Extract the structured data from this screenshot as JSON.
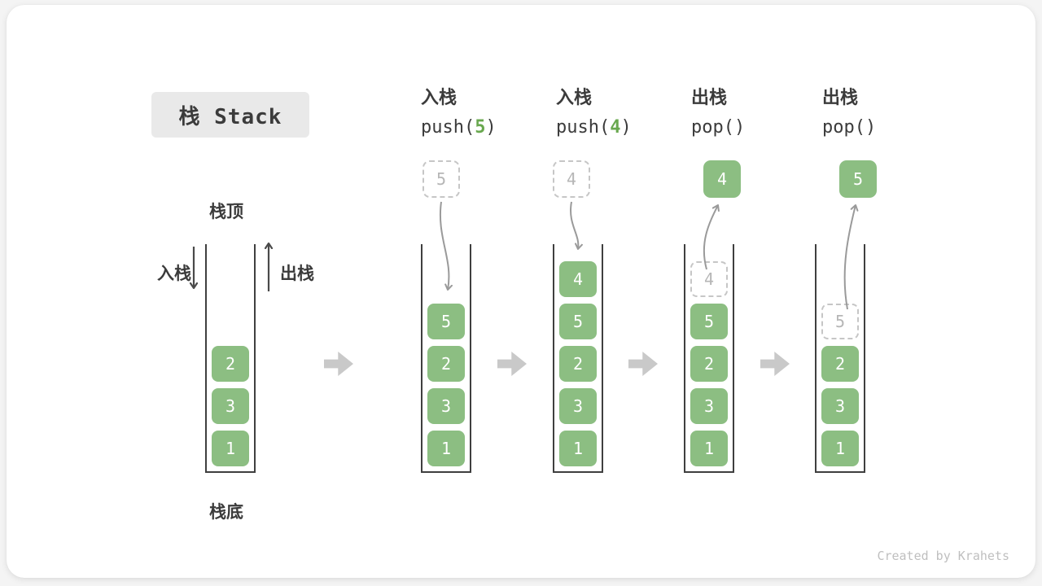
{
  "title_badge": "栈 Stack",
  "labels": {
    "stack_top": "栈顶",
    "stack_bottom": "栈底",
    "push": "入栈",
    "pop": "出栈"
  },
  "steps": [
    {
      "op": "入栈",
      "code_prefix": "push(",
      "code_arg": "5",
      "code_suffix": ")",
      "floating_value": "5",
      "floating_style": "dashed"
    },
    {
      "op": "入栈",
      "code_prefix": "push(",
      "code_arg": "4",
      "code_suffix": ")",
      "floating_value": "4",
      "floating_style": "dashed"
    },
    {
      "op": "出栈",
      "code_prefix": "pop(",
      "code_arg": "",
      "code_suffix": ")",
      "floating_value": "4",
      "floating_style": "solid"
    },
    {
      "op": "出栈",
      "code_prefix": "pop(",
      "code_arg": "",
      "code_suffix": ")",
      "floating_value": "5",
      "floating_style": "solid"
    }
  ],
  "stacks": [
    {
      "elements": [
        {
          "value": "2",
          "style": "solid"
        },
        {
          "value": "3",
          "style": "solid"
        },
        {
          "value": "1",
          "style": "solid"
        }
      ]
    },
    {
      "elements": [
        {
          "value": "5",
          "style": "solid"
        },
        {
          "value": "2",
          "style": "solid"
        },
        {
          "value": "3",
          "style": "solid"
        },
        {
          "value": "1",
          "style": "solid"
        }
      ]
    },
    {
      "elements": [
        {
          "value": "4",
          "style": "solid"
        },
        {
          "value": "5",
          "style": "solid"
        },
        {
          "value": "2",
          "style": "solid"
        },
        {
          "value": "3",
          "style": "solid"
        },
        {
          "value": "1",
          "style": "solid"
        }
      ]
    },
    {
      "elements": [
        {
          "value": "4",
          "style": "dashed"
        },
        {
          "value": "5",
          "style": "solid"
        },
        {
          "value": "2",
          "style": "solid"
        },
        {
          "value": "3",
          "style": "solid"
        },
        {
          "value": "1",
          "style": "solid"
        }
      ]
    },
    {
      "elements": [
        {
          "value": "5",
          "style": "dashed"
        },
        {
          "value": "2",
          "style": "solid"
        },
        {
          "value": "3",
          "style": "solid"
        },
        {
          "value": "1",
          "style": "solid"
        }
      ]
    }
  ],
  "watermark": "Created by Krahets",
  "colors": {
    "element_green": "#8CBE82",
    "accent_green": "#69A84F",
    "dashed_gray": "#C6C6C6",
    "block_arrow_gray": "#C9C9C9",
    "curve_arrow_gray": "#9A9A9A",
    "badge_background": "#E9E9E9",
    "text_dark": "#3B3B3B"
  }
}
